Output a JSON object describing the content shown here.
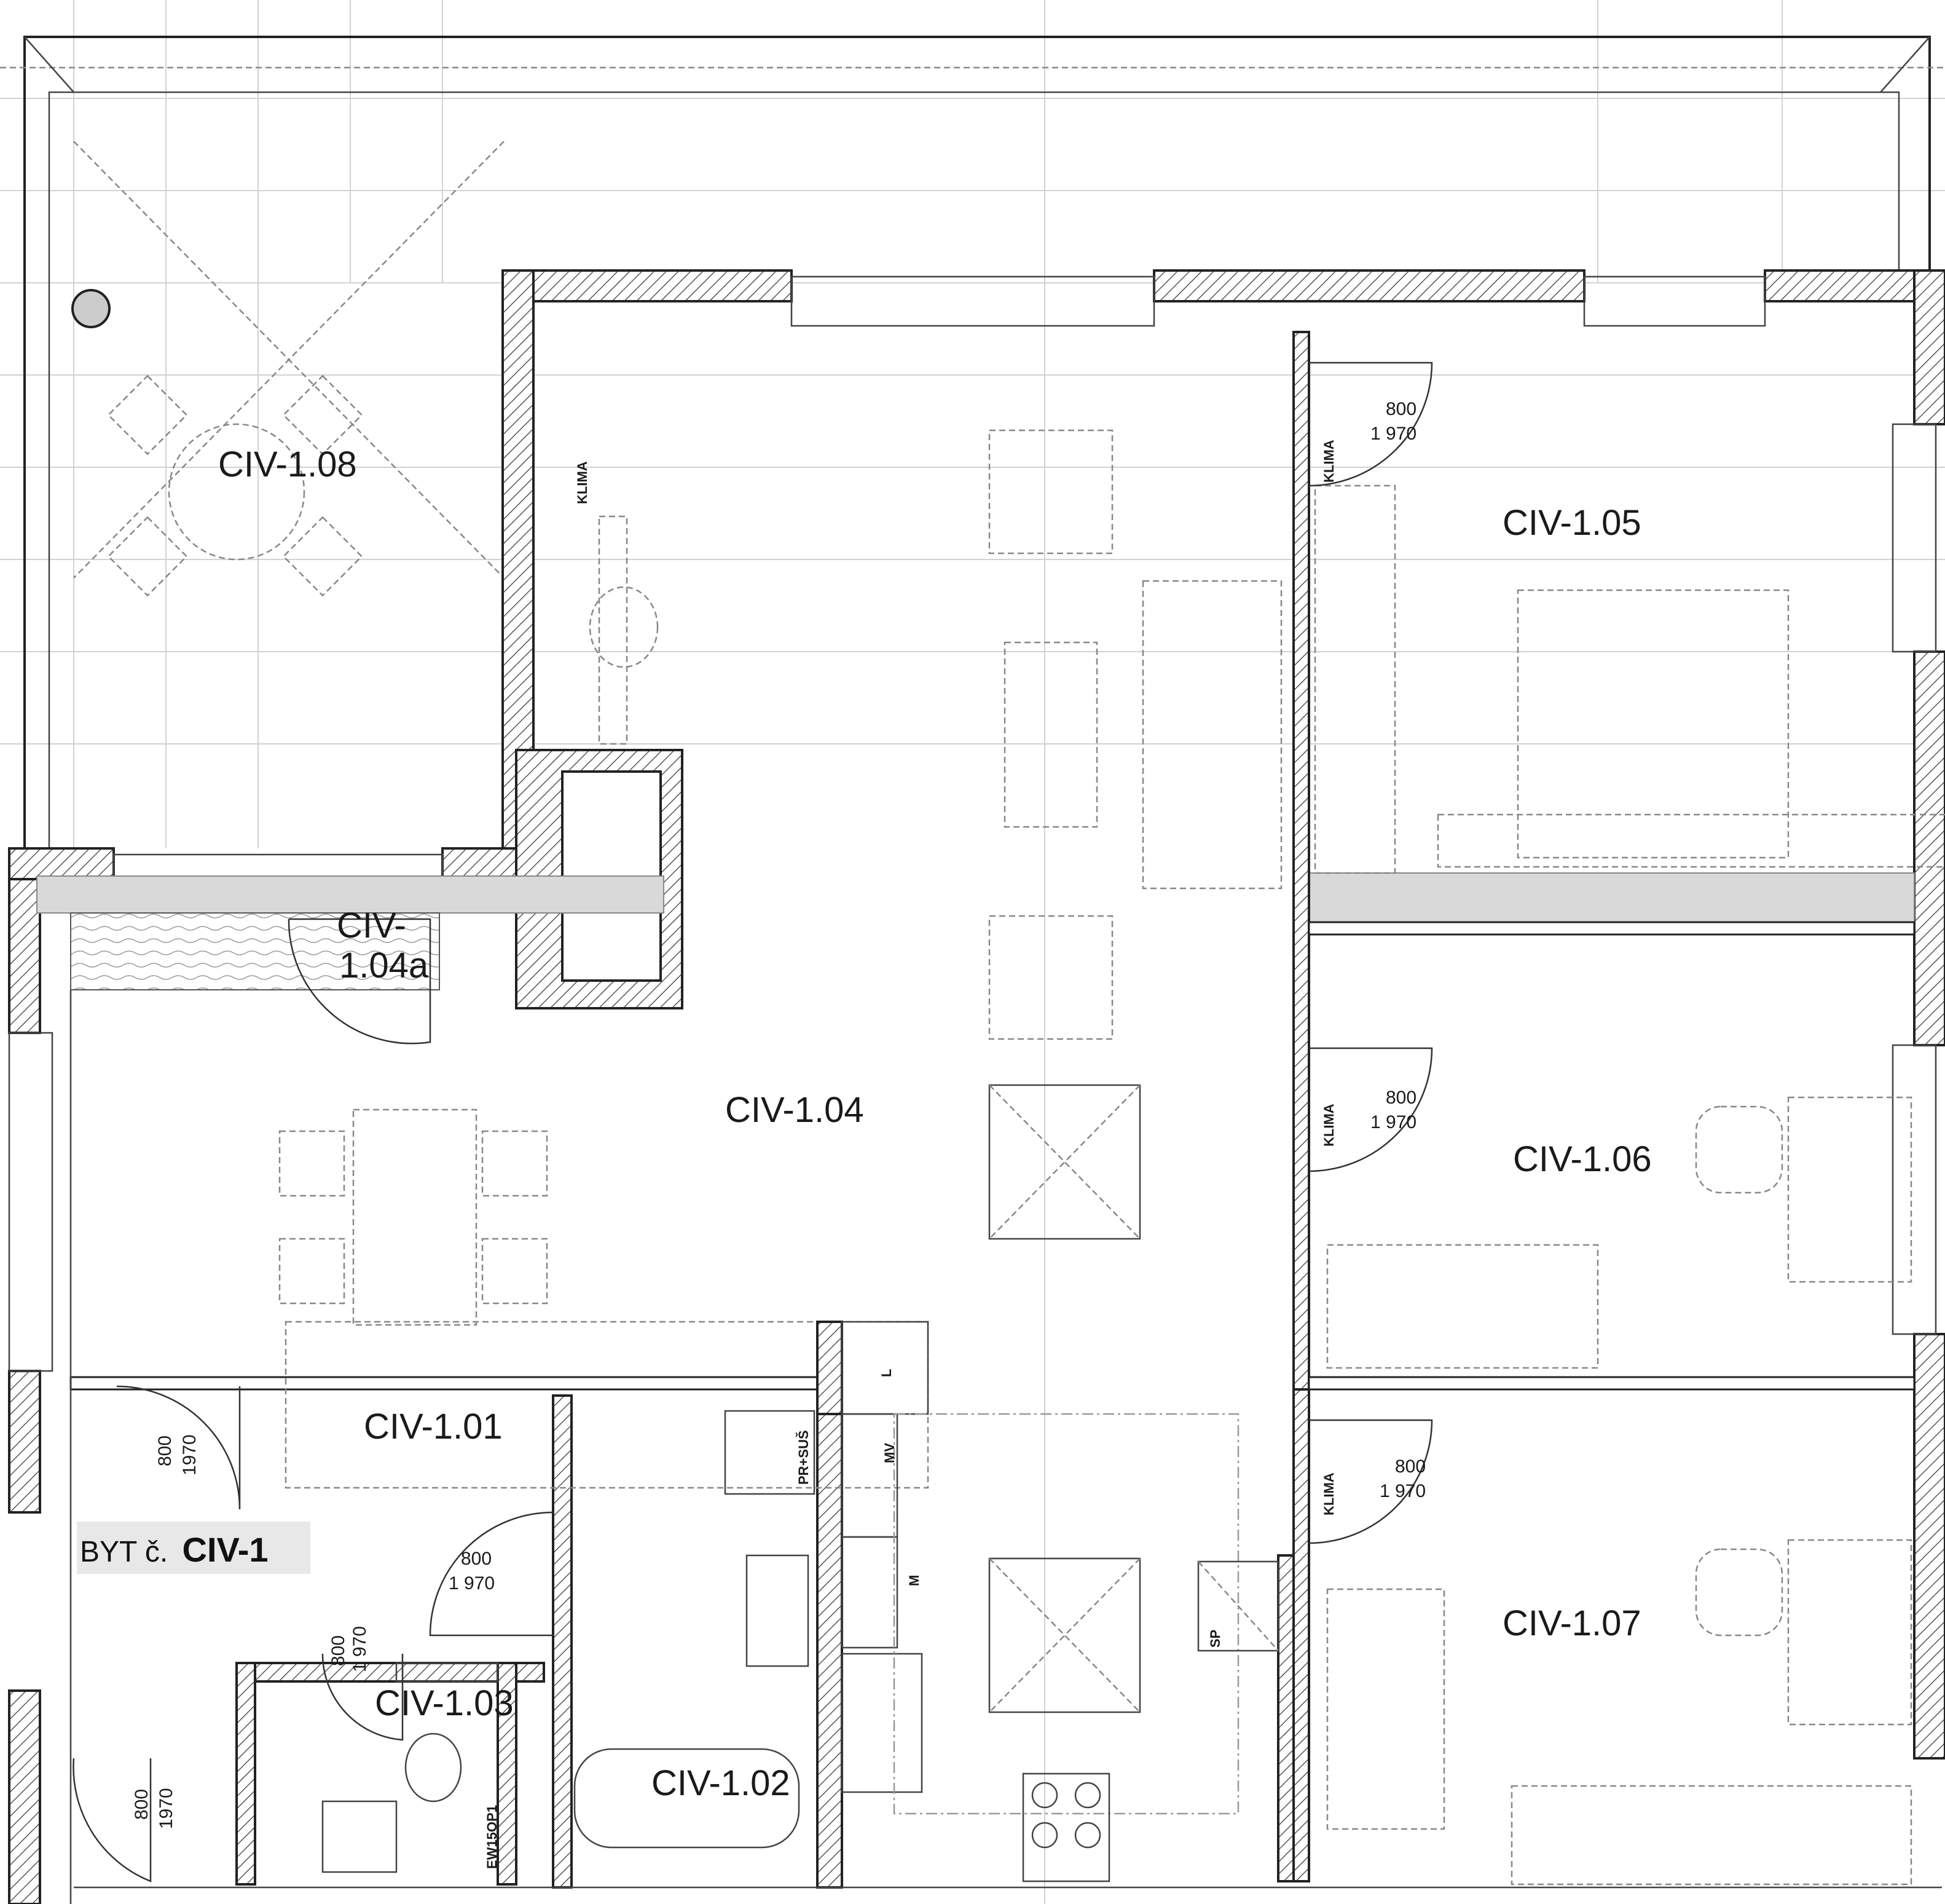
{
  "apartment": {
    "prefix": "BYT č.",
    "code": "CIV-1"
  },
  "rooms": [
    {
      "id": "civ-1-01",
      "label": "CIV-1.01"
    },
    {
      "id": "civ-1-02",
      "label": "CIV-1.02"
    },
    {
      "id": "civ-1-03",
      "label": "CIV-1.03"
    },
    {
      "id": "civ-1-04",
      "label": "CIV-1.04"
    },
    {
      "id": "civ-1-04a",
      "label_line1": "CIV-",
      "label_line2": "1.04a"
    },
    {
      "id": "civ-1-05",
      "label": "CIV-1.05"
    },
    {
      "id": "civ-1-06",
      "label": "CIV-1.06"
    },
    {
      "id": "civ-1-07",
      "label": "CIV-1.07"
    },
    {
      "id": "civ-1-08",
      "label": "CIV-1.08"
    }
  ],
  "doors": {
    "width": "800",
    "height": "1 970",
    "height_compact": "1970"
  },
  "annotations": {
    "klima": "KLIMA",
    "pr_sus": "PR+SUŠ",
    "mv": "MV",
    "m": "M",
    "l": "L",
    "sp": "SP",
    "ew": "EW15OP1"
  }
}
